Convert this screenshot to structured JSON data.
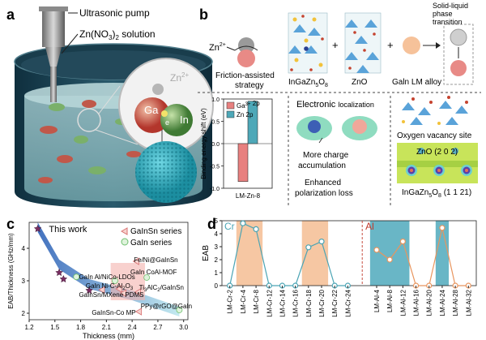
{
  "panels": {
    "a": {
      "letter": "a",
      "pump_label": "Ultrasonic pump",
      "solution_label": "Zn(NO$_3$)$_2$ solution",
      "solution_main": "Zn(NO",
      "solution_sub": "3",
      "solution_end": ")",
      "solution_sub2": "2",
      "solution_tail": " solution",
      "zn_ion": "Zn",
      "zn_ion_sup": "2+",
      "ga": "Ga",
      "in": "In",
      "electron": "e"
    },
    "b": {
      "letter": "b",
      "zn_ion": "Zn",
      "zn_ion_sup": "2+",
      "strategy_line1": "Friction-assisted",
      "strategy_line2": "strategy",
      "ingazn_label": "InGaZn",
      "ingazn_sub": "5",
      "ingazn_o": "O",
      "ingazn_o_sub": "8",
      "zno_label": "ZnO",
      "galn_label": "Galn LM alloy",
      "plus1": "+",
      "plus2": "+",
      "phase_line1": "Solid-liquid",
      "phase_line2": "phase",
      "phase_line3": "transition",
      "bar_ylabel": "Binding energy shift (eV)",
      "bar_xlabel": "LM-Zn-8",
      "legend_ga": "Ga",
      "legend_ga_sup": "3+",
      "legend_ga_end": " 2p",
      "legend_zn": "Zn 2p",
      "electronic_title": "Electronic",
      "localization": "localization",
      "more_charge_1": "More charge",
      "more_charge_2": "accumulation",
      "enhanced_1": "Enhanced",
      "enhanced_2": "polarization loss",
      "oxygen_vacancy": "Oxygen vacancy site",
      "zno_plane": "ZnO (2 0 2)",
      "ingazn_plane_pre": "InGaZn",
      "ingazn_plane_sub": "5",
      "ingazn_plane_o": "O",
      "ingazn_plane_osub": "8",
      "ingazn_plane_idx": " (1 1 21)"
    },
    "c": {
      "letter": "c",
      "legend_1": "GaInSn series",
      "legend_2": "GaIn series",
      "this_work": "This work",
      "ann_fe": "Fe/Ni@GaInSn",
      "ann_coal": "GaIn CoAl-MOF",
      "ann_ldo": "GaIn Al/NiCo-LDOs",
      "ann_ni": "GaIn Ni-C-Al",
      "ann_ni_sub": "2",
      "ann_ni_o": "O",
      "ann_ni_osub": "3",
      "ann_ti_pre": "Ti",
      "ann_ti_sub": "3",
      "ann_ti_mid": "AlC",
      "ann_ti_sub2": "2",
      "ann_ti_end": "/GaInSn",
      "ann_mxene": "GaInSn/MXene PDMS",
      "ann_ppy": "PPy@rGO@GaIn",
      "ann_co": "GaInSn-Co MP",
      "ylabel": "EAB/Thickness (GHz/mm)",
      "xlabel": "Thickness (mm)"
    },
    "d": {
      "letter": "d",
      "cr_label": "Cr",
      "al_label": "Al",
      "ylabel": "EAB"
    }
  },
  "colors": {
    "orange_band": "#f6c7a3",
    "teal_band": "#69b6c6",
    "cr_line": "#4ba4b4",
    "al_line": "#e8955e",
    "zn_bar": "#4ea8b8",
    "ga_bar": "#e8807f"
  },
  "chart_data": [
    {
      "type": "bar",
      "panel": "b",
      "categories": [
        "LM-Zn-8"
      ],
      "series": [
        {
          "name": "Ga3+ 2p",
          "values": [
            -0.85
          ]
        },
        {
          "name": "Zn 2p",
          "values": [
            0.95
          ]
        }
      ],
      "ylabel": "Binding energy shift (eV)",
      "ylim": [
        -1.0,
        1.0
      ],
      "yticks": [
        -1.0,
        -0.5,
        0.0,
        0.5,
        1.0
      ]
    },
    {
      "type": "scatter",
      "panel": "c",
      "xlabel": "Thickness (mm)",
      "ylabel": "EAB/Thickness (GHz/mm)",
      "xlim": [
        1.2,
        3.05
      ],
      "ylim": [
        1.8,
        4.8
      ],
      "xticks": [
        "1.2",
        "1.5",
        "1.8",
        "2.1",
        "2.4",
        "2.7",
        "3.0"
      ],
      "yticks": [
        "2",
        "3",
        "4"
      ],
      "series": [
        {
          "name": "This work",
          "points": [
            [
              1.3,
              4.6
            ],
            [
              1.55,
              3.25
            ],
            [
              1.6,
              3.05
            ],
            [
              1.9,
              2.7
            ]
          ]
        },
        {
          "name": "GaInSn series",
          "points": [
            [
              2.45,
              3.6
            ],
            [
              2.25,
              2.75
            ],
            [
              2.3,
              2.62
            ],
            [
              2.47,
              2.65
            ],
            [
              2.48,
              2.05
            ],
            [
              2.05,
              2.72
            ]
          ]
        },
        {
          "name": "GaIn series",
          "points": [
            [
              1.75,
              3.12
            ],
            [
              2.57,
              3.1
            ],
            [
              2.2,
              3.0
            ],
            [
              2.95,
              2.1
            ]
          ]
        }
      ]
    },
    {
      "type": "line",
      "panel": "d",
      "ylabel": "EAB",
      "ylim": [
        0,
        5
      ],
      "yticks": [
        "0",
        "1",
        "2",
        "3",
        "4",
        "5"
      ],
      "series": [
        {
          "name": "Cr",
          "categories": [
            "LM-Cr-2",
            "LM-Cr-4",
            "LM-Cr-8",
            "LM-Cr-12",
            "LM-Cr-14",
            "LM-Cr-16",
            "LM-Cr-18",
            "LM-Cr-20",
            "LM-Cr-22",
            "LM-Cr-24"
          ],
          "values": [
            0,
            4.8,
            4.35,
            0,
            0,
            0,
            2.95,
            3.4,
            0,
            0
          ]
        },
        {
          "name": "Al",
          "categories": [
            "LM-Al-4",
            "LM-Al-8",
            "LM-Al-12",
            "LM-Al-16",
            "LM-Al-20",
            "LM-Al-24",
            "LM-Al-28",
            "LM-Al-32"
          ],
          "values": [
            2.75,
            2.0,
            3.4,
            0,
            0,
            4.45,
            0,
            0
          ]
        }
      ],
      "highlight_bands": [
        {
          "color": "orange",
          "from": "LM-Cr-4",
          "to": "LM-Cr-8"
        },
        {
          "color": "orange",
          "from": "LM-Cr-18",
          "to": "LM-Cr-20"
        },
        {
          "color": "teal",
          "from": "LM-Al-4",
          "to": "LM-Al-12"
        },
        {
          "color": "teal",
          "from": "LM-Al-24",
          "to": "LM-Al-24"
        }
      ]
    }
  ]
}
